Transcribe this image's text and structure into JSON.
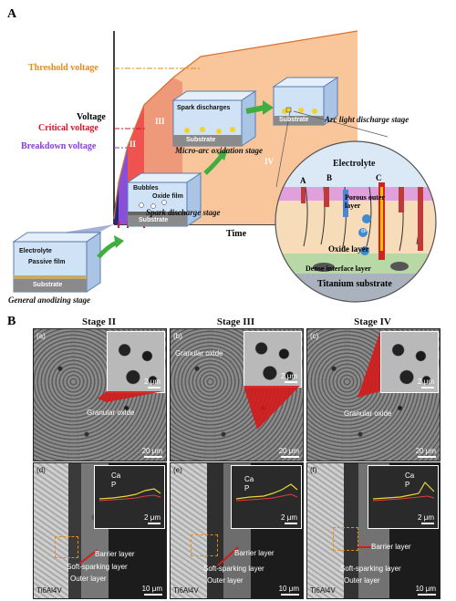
{
  "panelA": {
    "letter": "A",
    "voltage_axis_label": "Voltage",
    "time_axis_label": "Time",
    "voltages": {
      "threshold": "Threshold voltage",
      "critical": "Critical voltage",
      "breakdown": "Breakdown voltage"
    },
    "colors": {
      "threshold": "#e88a1a",
      "critical": "#d6152a",
      "breakdown": "#8a3cd9"
    },
    "stage_numerals": [
      "II",
      "III",
      "IV"
    ],
    "stages": {
      "general": "General anodizing stage",
      "spark": "Spark discharge stage",
      "micro": "Micro-arc oxidation stage",
      "arc": "Arc light discharge stage"
    },
    "cube_labels": {
      "c1_electrolyte": "Electrolyte",
      "c1_passive": "Passive film",
      "c1_substrate": "Substrate",
      "c2_bubbles": "Bubbles",
      "c2_oxide": "Oxide film",
      "c2_substrate": "Substrate",
      "c3_spark": "Spark discharges",
      "c3_substrate": "Substrate",
      "c4_substrate": "Substrate"
    },
    "circle": {
      "electrolyte": "Electrolyte",
      "A": "A",
      "B": "B",
      "C": "C",
      "porous": "Porous outer layer",
      "o2": "O²⁻",
      "oxide": "Oxide layer",
      "dense": "Dense interface layer",
      "ti": "Titanium substrate"
    }
  },
  "panelB": {
    "letter": "B",
    "stage_titles": [
      "Stage II",
      "Stage III",
      "Stage IV"
    ],
    "sub_labels": [
      "(a)",
      "(b)",
      "(c)",
      "(d)",
      "(e)",
      "(f)"
    ],
    "scale_top_inset": "2 μm",
    "scale_top_main": "20 μm",
    "granular_oxide": "Granular oxide",
    "ca": "Ca",
    "p": "P",
    "scale_bot_inset": "2 μm",
    "scale_bot_main": "10 μm",
    "barrier": "Barrier layer",
    "soft": "Soft-sparking layer",
    "outer": "Outer layer",
    "alloy": "Ti6Al4V"
  }
}
